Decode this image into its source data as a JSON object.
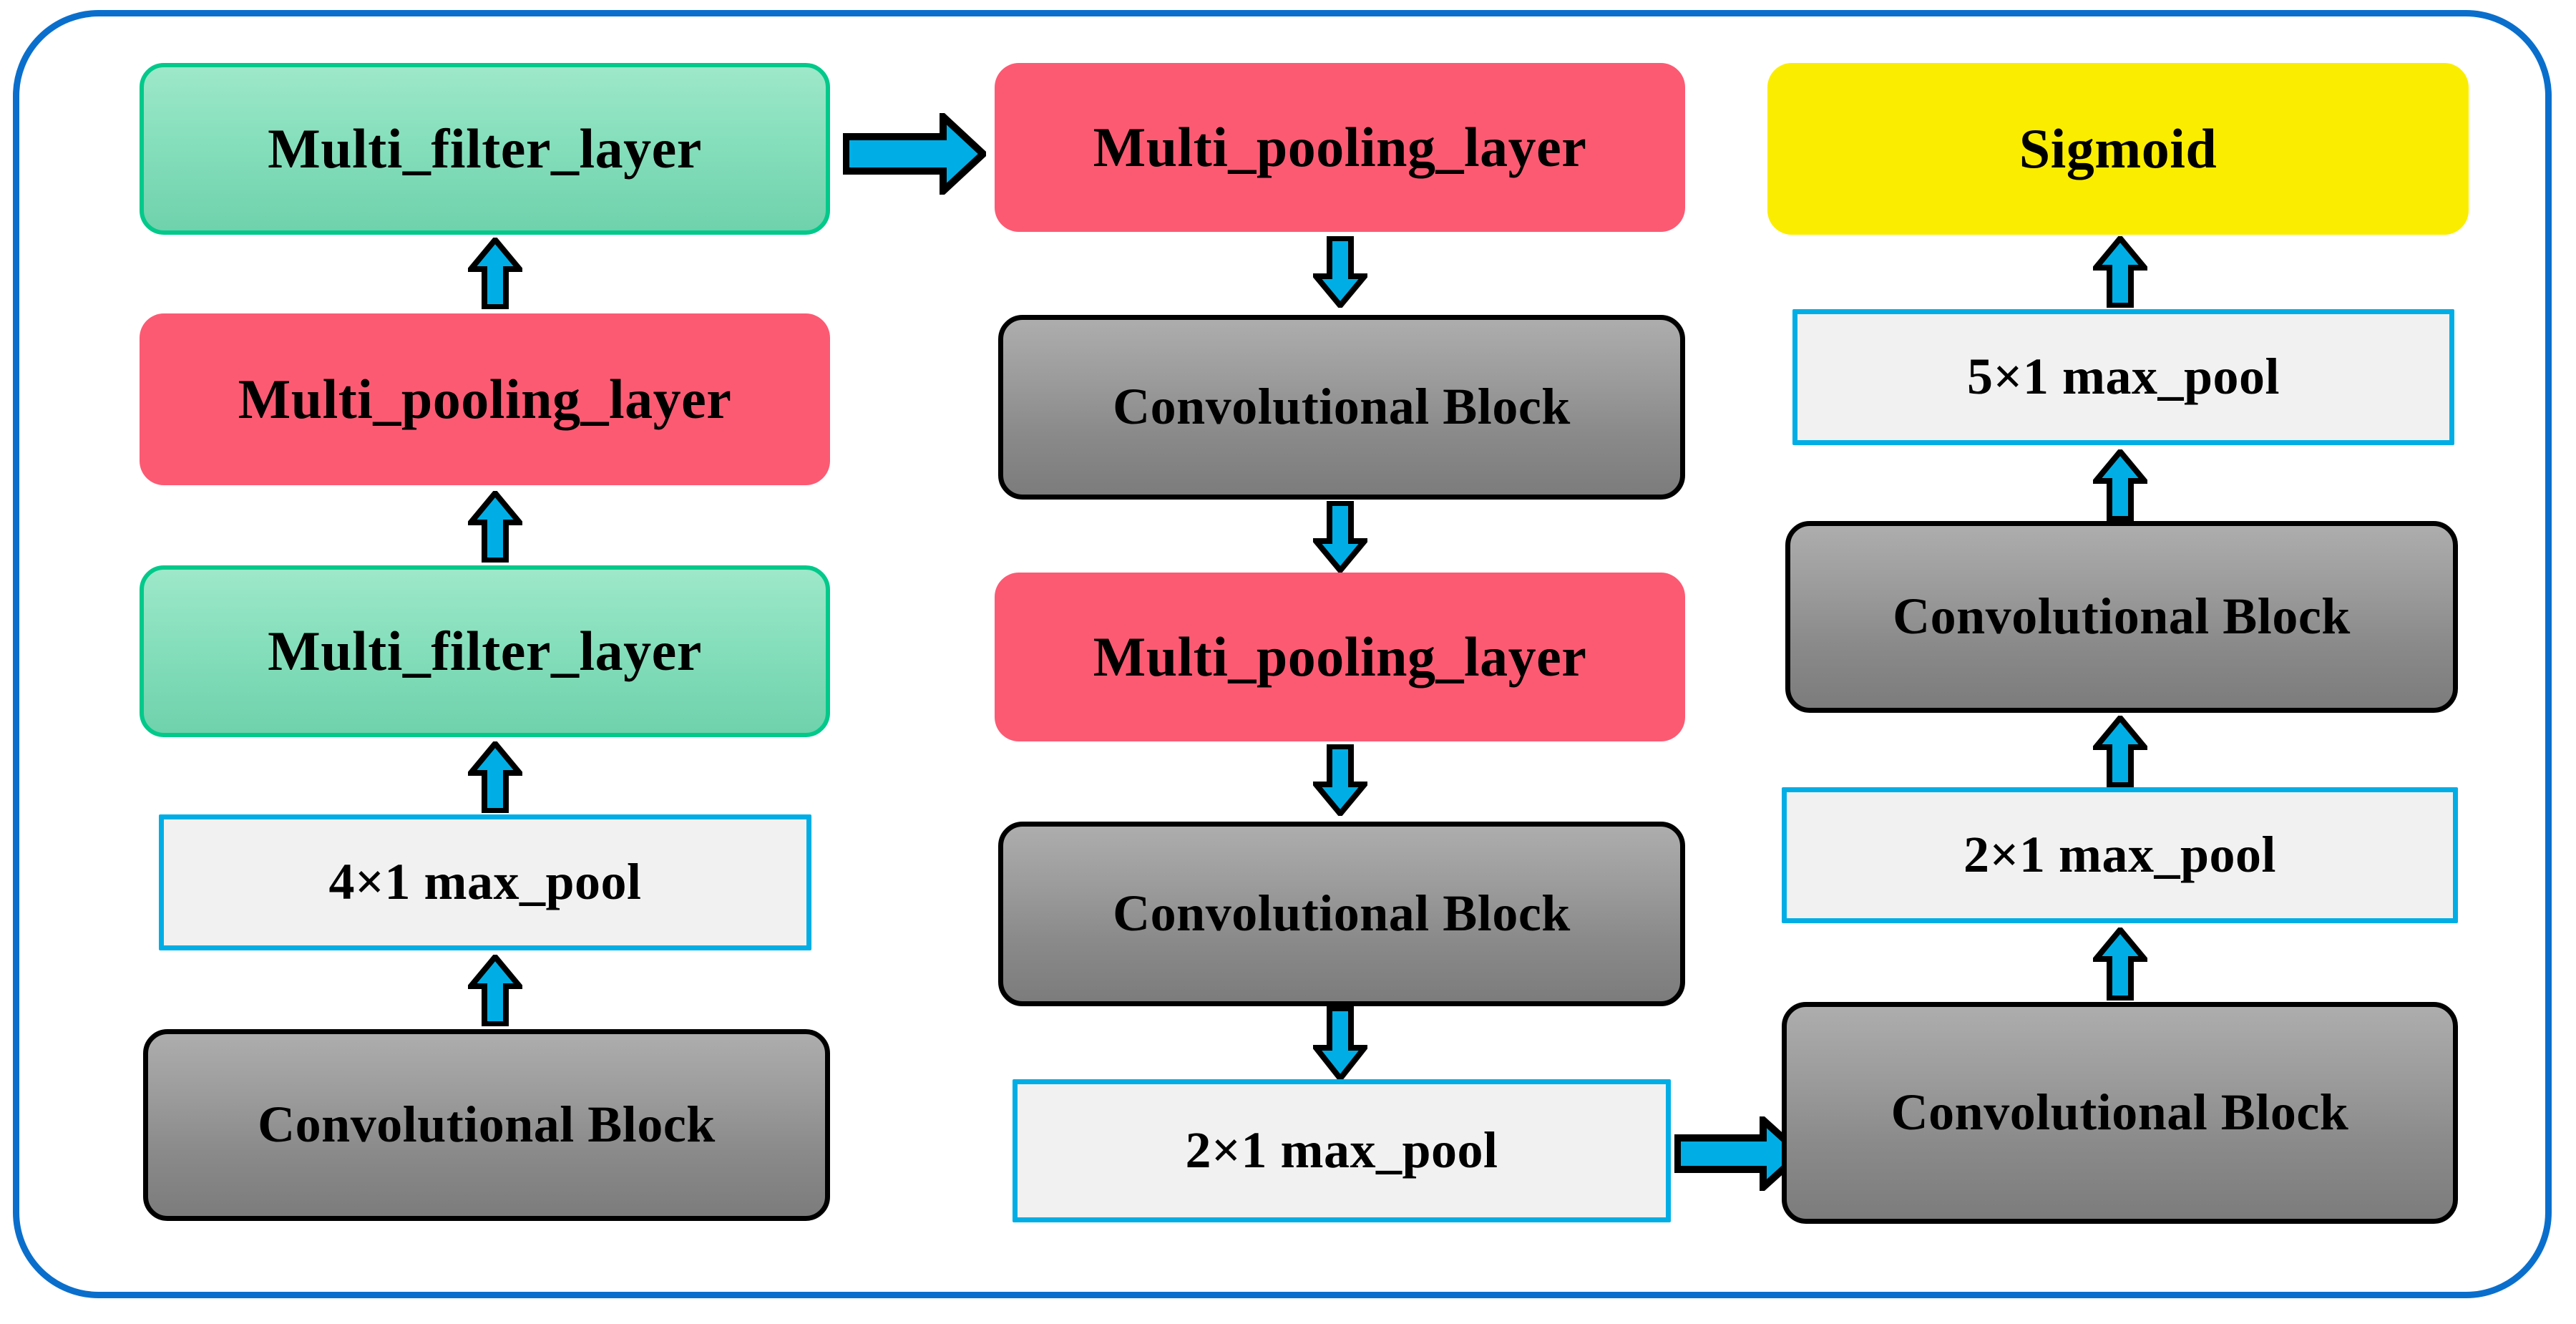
{
  "diagram": {
    "title": "Multi-scale CNN architecture block diagram",
    "frame": {
      "border_color": "#0A6FCC"
    },
    "palette": {
      "green_fill": "#86DFBC",
      "green_border": "#00C98A",
      "pink_fill": "#FC5A73",
      "yellow_fill": "#FBED00",
      "grey_fill_top": "#ADADAD",
      "grey_fill_bottom": "#7C7C7C",
      "grey_border": "#000000",
      "pool_fill": "#F1F1F1",
      "pool_border": "#00AEE5",
      "arrow_fill": "#00AEE5",
      "arrow_outline": "#000000"
    },
    "columns": [
      {
        "name": "left-column",
        "nodes": [
          {
            "id": "left-multi-filter-top",
            "label": "Multi_filter_layer",
            "type": "green"
          },
          {
            "id": "left-multi-pooling",
            "label": "Multi_pooling_layer",
            "type": "pink"
          },
          {
            "id": "left-multi-filter-bot",
            "label": "Multi_filter_layer",
            "type": "green"
          },
          {
            "id": "left-max-pool",
            "label": "4×1 max_pool",
            "type": "pool"
          },
          {
            "id": "left-conv-block",
            "label": "Convolutional  Block",
            "type": "grey"
          }
        ]
      },
      {
        "name": "middle-column",
        "nodes": [
          {
            "id": "mid-multi-pooling-top",
            "label": "Multi_pooling_layer",
            "type": "pink"
          },
          {
            "id": "mid-conv-block-top",
            "label": "Convolutional  Block",
            "type": "grey"
          },
          {
            "id": "mid-multi-pooling-bot",
            "label": "Multi_pooling_layer",
            "type": "pink"
          },
          {
            "id": "mid-conv-block-bot",
            "label": "Convolutional  Block",
            "type": "grey"
          },
          {
            "id": "mid-max-pool",
            "label": "2×1 max_pool",
            "type": "pool"
          }
        ]
      },
      {
        "name": "right-column",
        "nodes": [
          {
            "id": "right-sigmoid",
            "label": "Sigmoid",
            "type": "yellow"
          },
          {
            "id": "right-max-pool-top",
            "label": "5×1 max_pool",
            "type": "pool"
          },
          {
            "id": "right-conv-block-top",
            "label": "Convolutional  Block",
            "type": "grey"
          },
          {
            "id": "right-max-pool-bot",
            "label": "2×1 max_pool",
            "type": "pool"
          },
          {
            "id": "right-conv-block-bot",
            "label": "Convolutional  Block",
            "type": "grey"
          }
        ]
      }
    ],
    "arrows": [
      {
        "id": "arrow-left-1",
        "direction": "up",
        "from": "left-conv-block",
        "to": "left-max-pool"
      },
      {
        "id": "arrow-left-2",
        "direction": "up",
        "from": "left-max-pool",
        "to": "left-multi-filter-bot"
      },
      {
        "id": "arrow-left-3",
        "direction": "up",
        "from": "left-multi-filter-bot",
        "to": "left-multi-pooling"
      },
      {
        "id": "arrow-left-4",
        "direction": "up",
        "from": "left-multi-pooling",
        "to": "left-multi-filter-top"
      },
      {
        "id": "arrow-cross-1",
        "direction": "right",
        "from": "left-multi-filter-top",
        "to": "mid-multi-pooling-top"
      },
      {
        "id": "arrow-mid-1",
        "direction": "down",
        "from": "mid-multi-pooling-top",
        "to": "mid-conv-block-top"
      },
      {
        "id": "arrow-mid-2",
        "direction": "down",
        "from": "mid-conv-block-top",
        "to": "mid-multi-pooling-bot"
      },
      {
        "id": "arrow-mid-3",
        "direction": "down",
        "from": "mid-multi-pooling-bot",
        "to": "mid-conv-block-bot"
      },
      {
        "id": "arrow-mid-4",
        "direction": "down",
        "from": "mid-conv-block-bot",
        "to": "mid-max-pool"
      },
      {
        "id": "arrow-cross-2",
        "direction": "right",
        "from": "mid-max-pool",
        "to": "right-conv-block-bot"
      },
      {
        "id": "arrow-right-1",
        "direction": "up",
        "from": "right-conv-block-bot",
        "to": "right-max-pool-bot"
      },
      {
        "id": "arrow-right-2",
        "direction": "up",
        "from": "right-max-pool-bot",
        "to": "right-conv-block-top"
      },
      {
        "id": "arrow-right-3",
        "direction": "up",
        "from": "right-conv-block-top",
        "to": "right-max-pool-top"
      },
      {
        "id": "arrow-right-4",
        "direction": "up",
        "from": "right-max-pool-top",
        "to": "right-sigmoid"
      }
    ]
  }
}
